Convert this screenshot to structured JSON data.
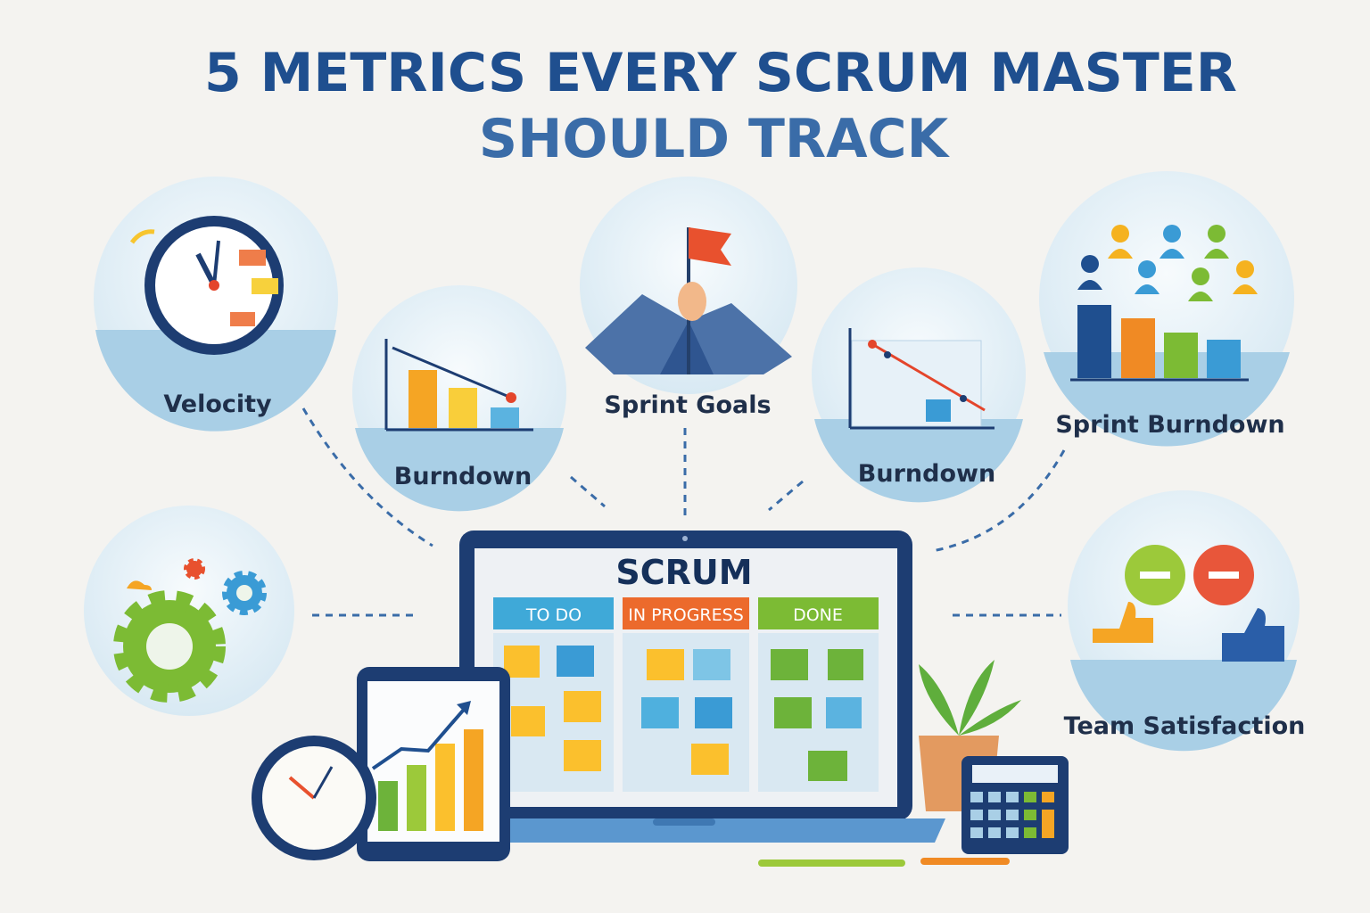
{
  "title": {
    "line1": "5 METRICS EVERY SCRUM MASTER",
    "line2": "SHOULD TRACK"
  },
  "metrics": [
    {
      "label": "Velocity",
      "icon": "clock-icon"
    },
    {
      "label": "Burndown",
      "icon": "bar-chart-icon"
    },
    {
      "label": "Sprint Goals",
      "icon": "flag-mountain-icon"
    },
    {
      "label": "Burndown",
      "icon": "line-chart-icon"
    },
    {
      "label": "Sprint Burndown",
      "icon": "team-bar-icon"
    },
    {
      "label": "",
      "icon": "gears-icon"
    },
    {
      "label": "Team Satisfaction",
      "icon": "thumbs-icon"
    }
  ],
  "board": {
    "title": "SCRUM",
    "columns": [
      {
        "label": "TO DO",
        "color": "#3fa9d8"
      },
      {
        "label": "IN PROGRESS",
        "color": "#ec6a2c"
      },
      {
        "label": "DONE",
        "color": "#7cbb34"
      }
    ]
  },
  "colors": {
    "title": "#1f4f8f",
    "dark_navy": "#1d3d72",
    "yellow": "#fbc02d",
    "orange": "#f08a24",
    "blue": "#3a9bd5",
    "green": "#7cbb34"
  }
}
